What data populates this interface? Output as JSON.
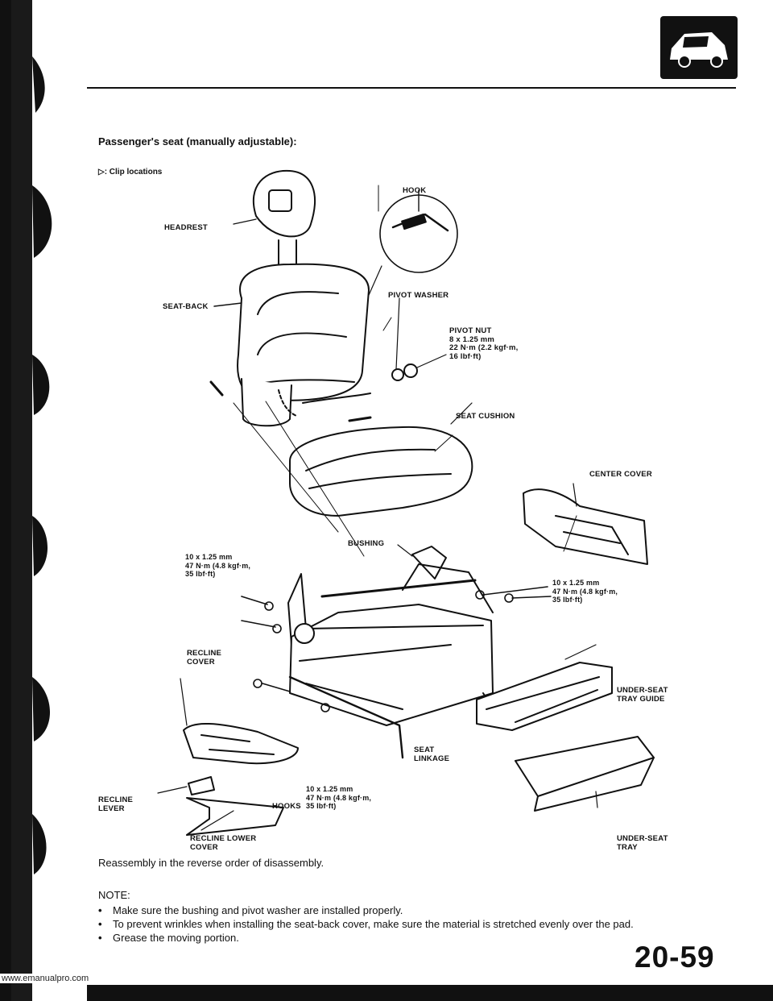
{
  "section_title": "Passenger's seat (manually adjustable):",
  "clip_legend": "▷: Clip locations",
  "labels": {
    "hook": "HOOK",
    "headrest": "HEADREST",
    "seat_back": "SEAT-BACK",
    "pivot_washer": "PIVOT WASHER",
    "pivot_nut": "PIVOT NUT\n8 x 1.25 mm\n22 N·m (2.2 kgf·m,\n16 lbf·ft)",
    "seat_cushion": "SEAT CUSHION",
    "center_cover": "CENTER COVER",
    "bushing": "BUSHING",
    "bolt_left": "10 x 1.25 mm\n47 N·m (4.8 kgf·m,\n35 lbf·ft)",
    "bolt_right": "10 x 1.25 mm\n47 N·m (4.8 kgf·m,\n35 lbf·ft)",
    "recline_cover": "RECLINE\nCOVER",
    "under_seat_tray_guide": "UNDER-SEAT\nTRAY GUIDE",
    "seat_linkage": "SEAT\nLINKAGE",
    "bolt_bottom": "10 x 1.25 mm\n47 N·m (4.8 kgf·m,\n35 lbf·ft)",
    "hooks": "HOOKS",
    "recline_lever": "RECLINE\nLEVER",
    "recline_lower_cover": "RECLINE LOWER\nCOVER",
    "under_seat_tray": "UNDER-SEAT\nTRAY"
  },
  "reassembly": "Reassembly in the reverse order of disassembly.",
  "note_heading": "NOTE:",
  "notes": [
    "Make sure the bushing and pivot washer are installed properly.",
    "To prevent wrinkles when installing the seat-back cover, make sure the material is stretched evenly over the pad.",
    "Grease the moving portion."
  ],
  "page_number": "20-59",
  "footer_url": "www.emanualpro.com"
}
